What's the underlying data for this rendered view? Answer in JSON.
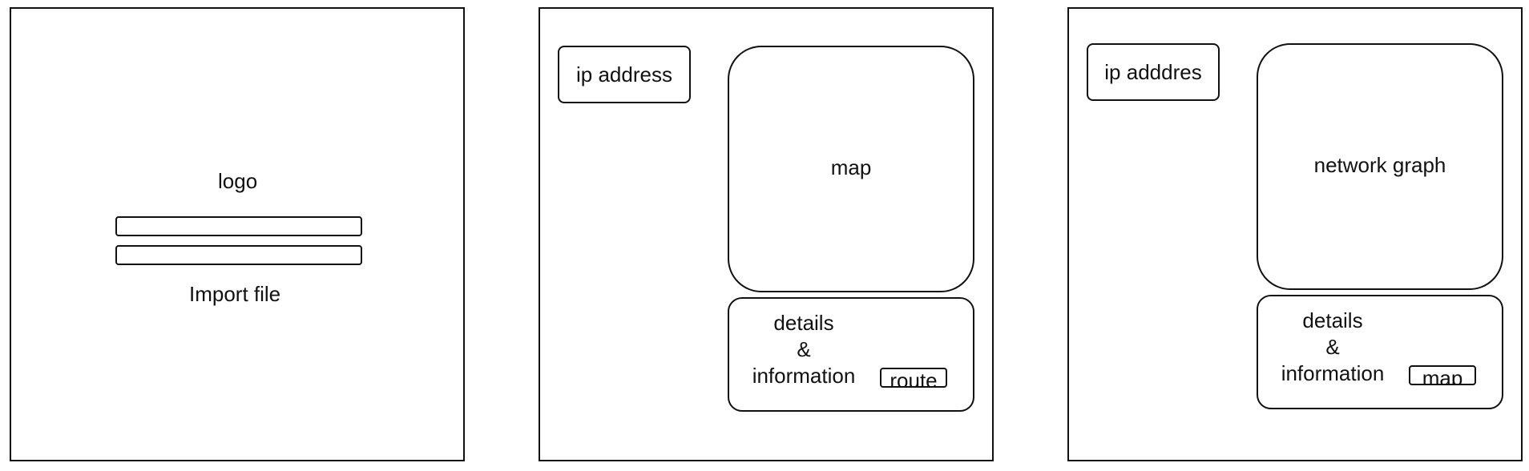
{
  "screens": [
    {
      "logo_text": "logo",
      "import_label": "Import file"
    },
    {
      "ip_label": "ip address",
      "main_label": "map",
      "details_lines": [
        "details",
        "&",
        "information"
      ],
      "action_button": "route"
    },
    {
      "ip_label": "ip adddres",
      "main_label": "network graph",
      "details_lines": [
        "details",
        "&",
        "information"
      ],
      "action_button": "map"
    }
  ]
}
